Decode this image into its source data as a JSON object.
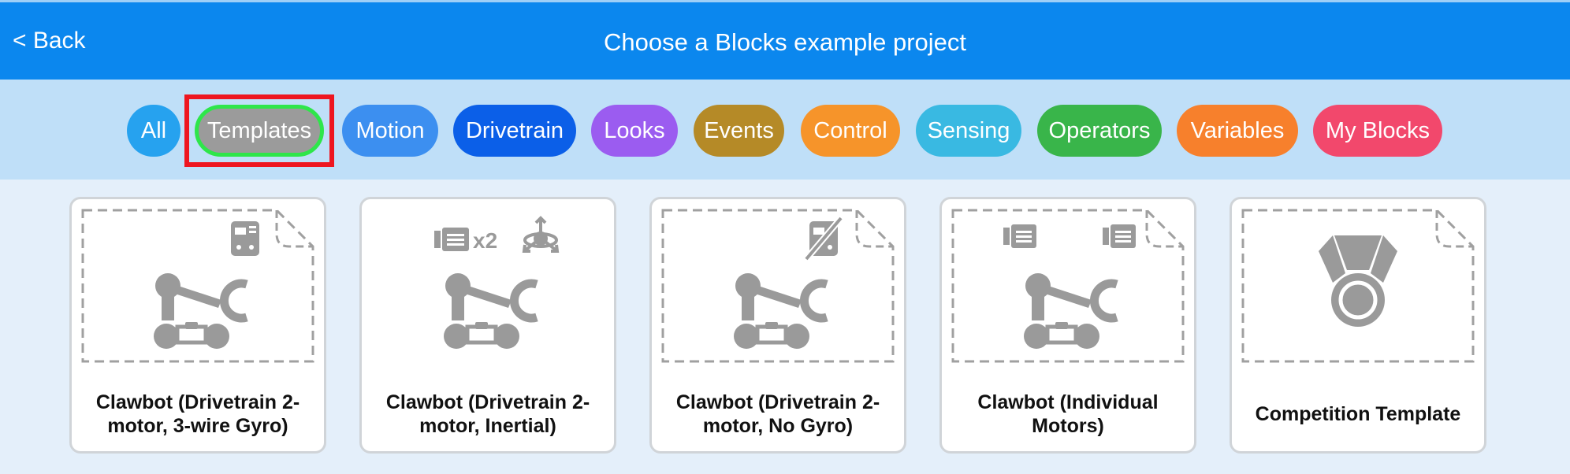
{
  "header": {
    "back_label": "< Back",
    "title": "Choose a Blocks example project"
  },
  "filters": [
    {
      "label": "All",
      "color": "#26a2ef"
    },
    {
      "label": "Templates",
      "color": "#9b9b9b",
      "selected": true
    },
    {
      "label": "Motion",
      "color": "#3c8ff0"
    },
    {
      "label": "Drivetrain",
      "color": "#0b5fe8"
    },
    {
      "label": "Looks",
      "color": "#9b5cf0"
    },
    {
      "label": "Events",
      "color": "#b58a27"
    },
    {
      "label": "Control",
      "color": "#f6942a"
    },
    {
      "label": "Sensing",
      "color": "#39b9e2"
    },
    {
      "label": "Operators",
      "color": "#39b54a"
    },
    {
      "label": "Variables",
      "color": "#f7802c"
    },
    {
      "label": "My Blocks",
      "color": "#f2486c"
    }
  ],
  "cards": [
    {
      "label": "Clawbot (Drivetrain 2-motor, 3-wire Gyro)",
      "icons": [
        "brain-icon"
      ]
    },
    {
      "label": "Clawbot (Drivetrain 2-motor, Inertial)",
      "icons": [
        "motor-icon",
        "inertial-sensor-icon"
      ],
      "motor_count": "x2"
    },
    {
      "label": "Clawbot (Drivetrain 2-motor, No Gyro)",
      "icons": [
        "no-gyro-icon"
      ]
    },
    {
      "label": "Clawbot (Individual Motors)",
      "icons": [
        "motor-icon",
        "motor-icon"
      ]
    },
    {
      "label": "Competition Template",
      "icons": [
        "medal-icon"
      ]
    }
  ],
  "colors": {
    "header": "#0b87ee",
    "filter_bar": "#bfdff8",
    "background": "#e4effa",
    "selection_outline": "#ee1620",
    "selection_ring": "#2ee64a",
    "icon_gray": "#9a9a9a"
  }
}
